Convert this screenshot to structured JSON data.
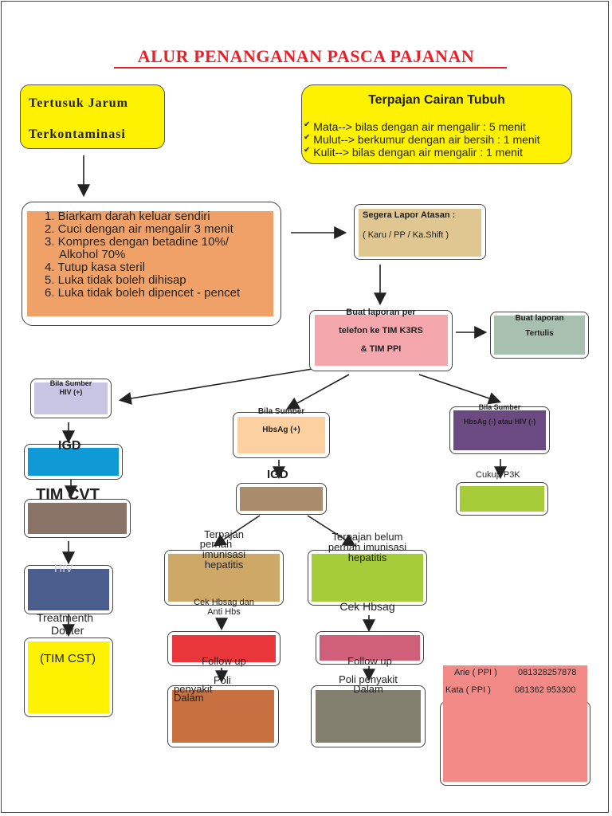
{
  "title": "ALUR PENANGANAN PASCA PAJANAN",
  "needle_box": {
    "line1": "Tertusuk Jarum",
    "line2": "Terkontaminasi"
  },
  "fluid_box": {
    "heading": "Terpajan Cairan Tubuh",
    "items": [
      "Mata--> bilas dengan air mengalir : 5 menit",
      "Mulut--> berkumur dengan air bersih : 1 menit",
      "Kulit--> bilas dengan air mengalir : 1 menit"
    ]
  },
  "steps": [
    "1. Biarkam darah keluar sendiri",
    "2. Cuci dengan air mengalir 3 menit",
    "3. Kompres dengan betadine 10%/",
    "    Alkohol 70%",
    "4. Tutup kasa steril",
    "5. Luka tidak boleh dihisap",
    "6. Luka tidak boleh dipencet - pencet"
  ],
  "report_superior": {
    "line1": "Segera  Lapor  Atasan  :",
    "line2": "( Karu  /  PP  / Ka.Shift  )"
  },
  "phone_report": {
    "line1": "Buat laporan per",
    "line2": "telefon ke TIM K3RS",
    "line3": "& TIM PPI"
  },
  "written_report": {
    "line1": "Buat laporan",
    "line2": "Tertulis"
  },
  "hiv": {
    "source_line1": "Bila Sumber",
    "source_line2": "HIV (+)",
    "igd": "IGD",
    "tim_cvt": "TIM CVT",
    "hiv_label": "HIV",
    "treatment_line1": "Treatmenth",
    "treatment_line2": "Dokter",
    "tim_cst": "(TIM CST)"
  },
  "hbsag": {
    "source_line1": "Bila Sumber",
    "source_line2": "HbsAg (+)",
    "igd": "IGD",
    "left": {
      "line1": "Terpajan",
      "line2": "pernah",
      "line3": "imunisasi",
      "line4": "hepatitis",
      "check_line1": "Cek Hbsag dan",
      "check_line2": "Anti Hbs",
      "follow": "Follow up",
      "poli_line1": "Poli",
      "poli_line2": "penyakit",
      "poli_line3": "Dalam"
    },
    "right": {
      "line1": "Terpajan belum",
      "line2": "pernah imunisasi",
      "line3": "hepatitis",
      "check": "Cek Hbsag",
      "follow": "Follow up",
      "poli_line1": "Poli penyakit",
      "poli_line2": "Dalam"
    }
  },
  "negative": {
    "source_line1": "Bila Sumber",
    "source_line2": "HbsAg (-) atau HIV (-)",
    "result": "Cukup P3K"
  },
  "contacts": [
    {
      "name": "Arie ( PPI )",
      "phone": "081328257878"
    },
    {
      "name": "Kata  ( PPI )",
      "phone": "081362 953300"
    }
  ],
  "colors": {
    "title_red": "#e8202a",
    "yellow": "#fef200",
    "orange_steps": "#f0a167",
    "tan_report": "#e0c690",
    "pink_phone": "#f4a8ae",
    "sage_written": "#a8c0b0",
    "lavender": "#c8c4e4",
    "peach": "#fcd0a0",
    "purple": "#6a4a80",
    "blue_igd": "#0f9ad6",
    "brown_cvt": "#8a7468",
    "navy_hiv": "#4a5d8c",
    "brown_igd2": "#a88c6c",
    "tan_imun": "#cea866",
    "green_belum": "#a6cc3a",
    "green_p3k": "#a6cc3a",
    "red_follow": "#e8363a",
    "rose_follow": "#d0607a",
    "rust_poli": "#c87040",
    "olive_poli": "#848070",
    "salmon_contact": "#f28a88"
  }
}
